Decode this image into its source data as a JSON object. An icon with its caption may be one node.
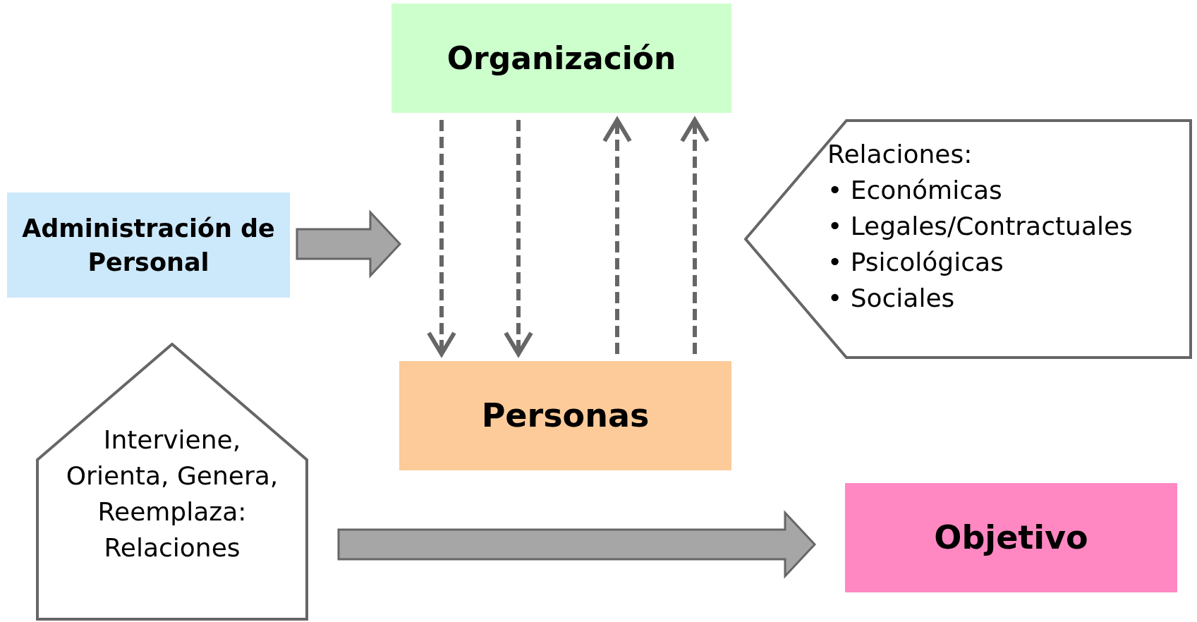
{
  "diagram": {
    "nodes": [
      {
        "text": [
          "Organización"
        ]
      },
      {
        "text": [
          "Administración de Personal"
        ]
      },
      {
        "text": [
          "Relaciones:",
          "• Económicas",
          "• Legales/Contractuales",
          "• Psicológicas",
          "• Sociales"
        ]
      },
      {
        "text": [
          "Personas"
        ]
      },
      {
        "text": [
          "Interviene, Orienta, Genera, Reemplaza: Relaciones"
        ]
      },
      {
        "text": [
          "Objetivo"
        ]
      }
    ],
    "edges": [
      {
        "from": 1,
        "to": null,
        "arrow": "to",
        "style": "thick"
      },
      {
        "from": 0,
        "to": 3,
        "arrow": "to",
        "style": "dashed"
      },
      {
        "from": 0,
        "to": 3,
        "arrow": "to",
        "style": "dashed"
      },
      {
        "from": 3,
        "to": 0,
        "arrow": "to",
        "style": "dashed"
      },
      {
        "from": 3,
        "to": 0,
        "arrow": "to",
        "style": "dashed"
      },
      {
        "from": 4,
        "to": 5,
        "arrow": "to",
        "style": "thick"
      }
    ]
  }
}
